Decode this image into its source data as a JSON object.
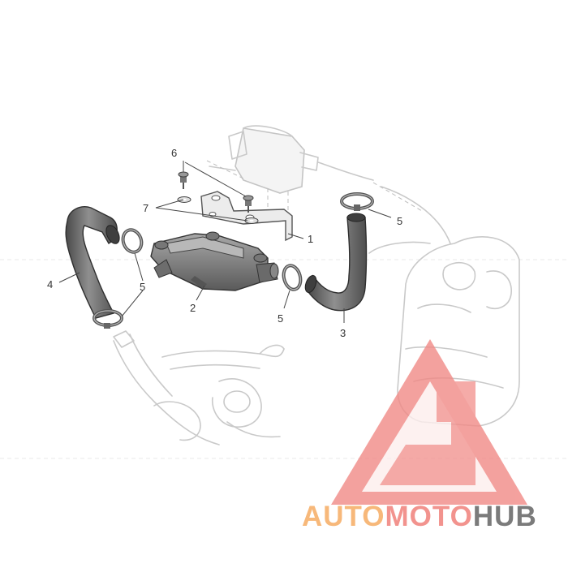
{
  "callouts": {
    "c1": "1",
    "c2": "2",
    "c3": "3",
    "c4": "4",
    "c5a": "5",
    "c5b": "5",
    "c5c": "5",
    "c6": "6",
    "c7": "7"
  },
  "watermark": {
    "part1": "AUTO",
    "part2": "MOTO",
    "part3": "HUB",
    "color1": "#f7b87a",
    "color2": "#f2938e",
    "color3": "#7b7b7b",
    "logo_color": "#f18a86"
  },
  "colors": {
    "part_dark": "#555555",
    "part_mid": "#8a8a8a",
    "part_light": "#b5b5b5",
    "ghost_line": "#c9c9c9"
  }
}
